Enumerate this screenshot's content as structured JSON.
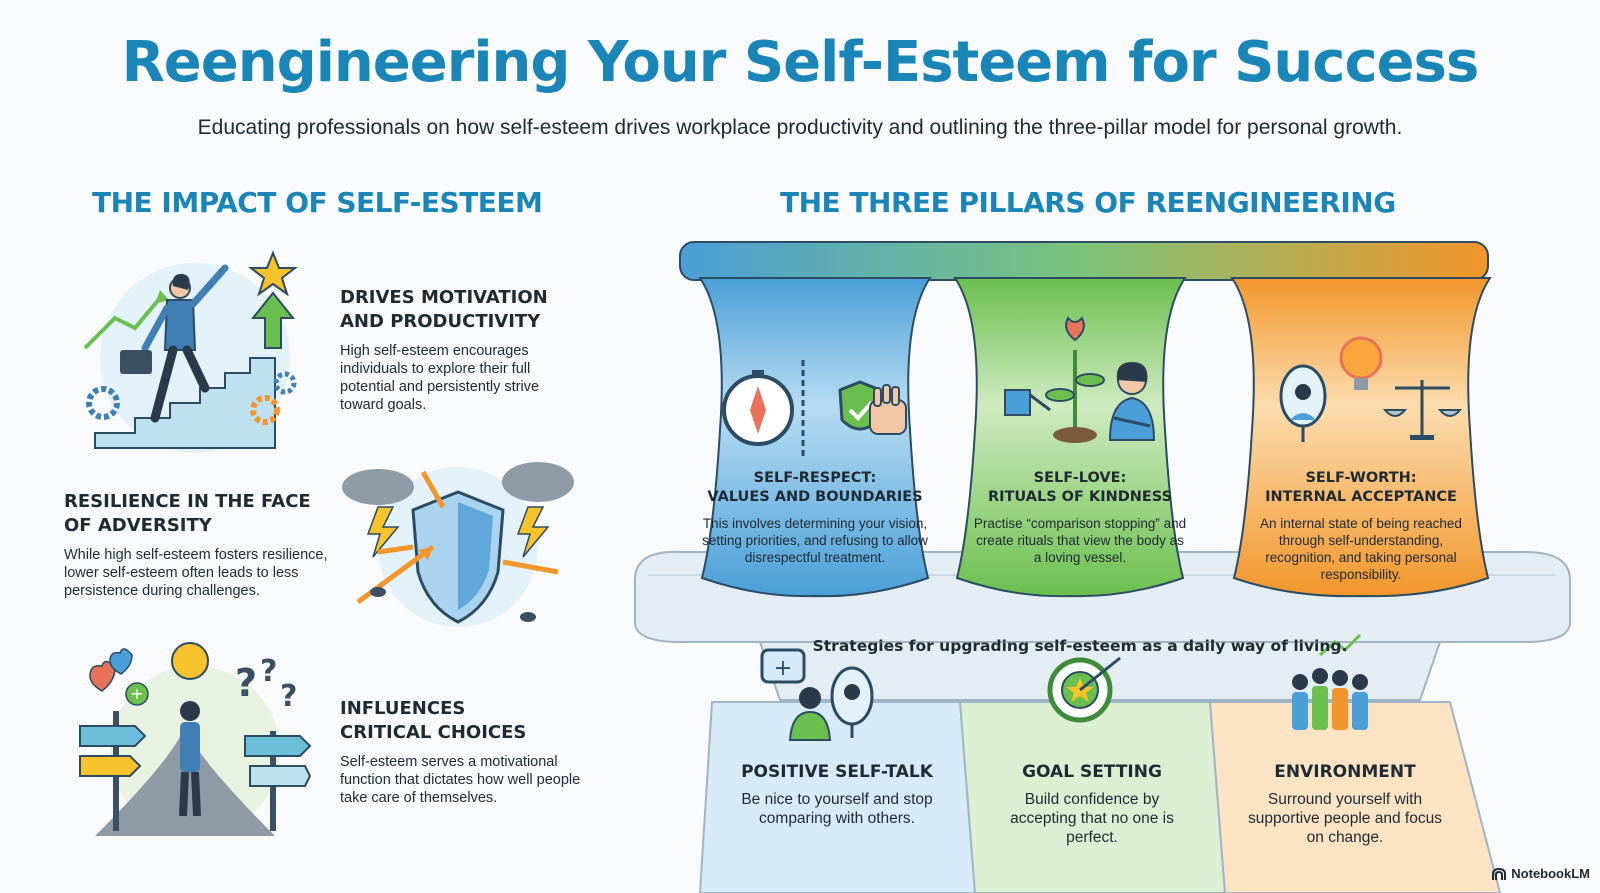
{
  "header": {
    "title": "Reengineering Your Self-Esteem for Success",
    "subtitle": "Educating professionals on how self-esteem drives workplace productivity and outlining the three-pillar model for personal growth."
  },
  "impact": {
    "heading": "THE IMPACT OF SELF-ESTEEM",
    "items": [
      {
        "title_line1": "DRIVES MOTIVATION",
        "title_line2": "AND PRODUCTIVITY",
        "body": "High self-esteem encourages individuals to explore their full potential and persistently strive toward goals.",
        "icon": "staircase-climber-icon"
      },
      {
        "title_line1": "RESILIENCE IN THE FACE",
        "title_line2": "OF ADVERSITY",
        "body": "While high self-esteem fosters resilience, lower self-esteem often leads to less persistence during challenges.",
        "icon": "shield-storm-icon"
      },
      {
        "title_line1": "INFLUENCES",
        "title_line2": "CRITICAL CHOICES",
        "body": "Self-esteem serves a motivational function that dictates how well people take care of themselves.",
        "icon": "crossroads-icon"
      }
    ]
  },
  "pillars": {
    "heading": "THE THREE PILLARS OF REENGINEERING",
    "items": [
      {
        "title_line1": "SELF-RESPECT:",
        "title_line2": "VALUES AND BOUNDARIES",
        "body": "This involves determining your vision, setting priorities, and refusing to allow disrespectful treatment.",
        "color": "#4a9fd8"
      },
      {
        "title_line1": "SELF-LOVE:",
        "title_line2": "RITUALS OF KINDNESS",
        "body": "Practise “comparison stopping” and create rituals that view the body as a loving vessel.",
        "color": "#6bbf4e"
      },
      {
        "title_line1": "SELF-WORTH:",
        "title_line2": "INTERNAL ACCEPTANCE",
        "body": "An internal state of being reached through self-understanding, recognition, and taking personal responsibility.",
        "color": "#f2962b"
      }
    ]
  },
  "strategies": {
    "caption": "Strategies for upgrading self-esteem as a daily way of living.",
    "items": [
      {
        "title": "POSITIVE SELF-TALK",
        "body": "Be nice to yourself and stop comparing with others.",
        "color": "#d6ebf7"
      },
      {
        "title": "GOAL SETTING",
        "body": "Build confidence by accepting that no one is perfect.",
        "color": "#dcefd2"
      },
      {
        "title": "ENVIRONMENT",
        "body": "Surround yourself with supportive people and focus on change.",
        "color": "#fbe3c4"
      }
    ]
  },
  "branding": {
    "label": "NotebookLM"
  },
  "colors": {
    "accent": "#1a86b8",
    "blue": "#4a9fd8",
    "green": "#6bbf4e",
    "orange": "#f2962b"
  }
}
